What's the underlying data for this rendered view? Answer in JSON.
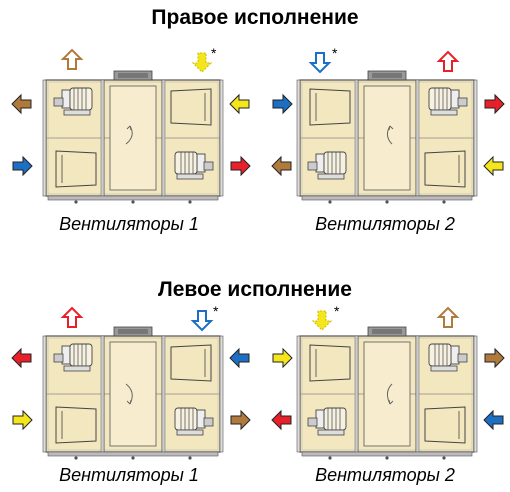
{
  "sections": [
    {
      "title": "Правое исполнение",
      "units": [
        {
          "caption": "Вентиляторы 1",
          "asterisk": "*"
        },
        {
          "caption": "Вентиляторы 2",
          "asterisk": "*"
        }
      ]
    },
    {
      "title": "Левое исполнение",
      "units": [
        {
          "caption": "Вентиляторы 1",
          "asterisk": "*"
        },
        {
          "caption": "Вентиляторы 2",
          "asterisk": "*"
        }
      ]
    }
  ],
  "colors": {
    "casing": "#f3e7c0",
    "outline": "#555555",
    "supply_red": "#e8202a",
    "extract_blue": "#1d6fc4",
    "exhaust_brown": "#b07a3d",
    "outdoor_yellow": "#f5e61c"
  }
}
